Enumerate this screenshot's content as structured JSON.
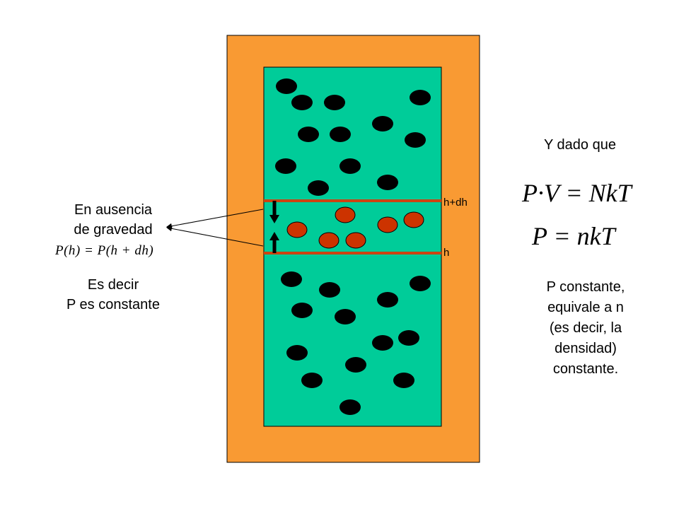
{
  "labels": {
    "upper_line": "h+dh",
    "lower_line": "h",
    "no_gravity_line1": "En ausencia",
    "no_gravity_line2": "de gravedad",
    "es_decir": "Es decir",
    "p_constante": "P es constante",
    "y_dado_que": "Y dado que",
    "conclusion_lines": [
      "P constante,",
      "equivale a n",
      "(es decir, la",
      "densidad)",
      "constante."
    ]
  },
  "equations": {
    "pressure_equality": "P(h) = P(h + dh)",
    "ideal_gas": "P·V = NkT",
    "ideal_gas_density": "P = nkT"
  },
  "colors": {
    "container": "#F99A33",
    "gas": "#00CC99",
    "molecule": "#000000",
    "slab_molecule": "#CC3300",
    "slab_line": "#CC4411"
  }
}
